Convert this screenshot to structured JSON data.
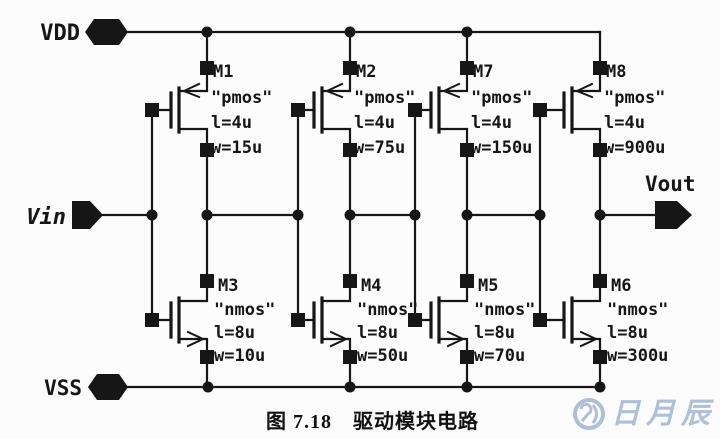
{
  "diagram": {
    "caption": "图 7.18　驱动模块电路",
    "rails": {
      "vdd_label": "VDD",
      "vss_label": "VSS"
    },
    "ports": {
      "input_label": "Vin",
      "output_label": "Vout"
    },
    "transistors": [
      {
        "name": "M1",
        "model": "\"pmos\"",
        "l": "l=4u",
        "w": "w=15u"
      },
      {
        "name": "M2",
        "model": "\"pmos\"",
        "l": "l=4u",
        "w": "w=75u"
      },
      {
        "name": "M7",
        "model": "\"pmos\"",
        "l": "l=4u",
        "w": "w=150u"
      },
      {
        "name": "M8",
        "model": "\"pmos\"",
        "l": "l=4u",
        "w": "w=900u"
      },
      {
        "name": "M3",
        "model": "\"nmos\"",
        "l": "l=8u",
        "w": "w=10u"
      },
      {
        "name": "M4",
        "model": "\"nmos\"",
        "l": "l=8u",
        "w": "w=50u"
      },
      {
        "name": "M5",
        "model": "\"nmos\"",
        "l": "l=8u",
        "w": "w=70u"
      },
      {
        "name": "M6",
        "model": "\"nmos\"",
        "l": "l=8u",
        "w": "w=300u"
      }
    ],
    "watermark": {
      "text": "日月辰"
    },
    "colors": {
      "ink": "#161616",
      "watermark": "#aebfd8"
    }
  }
}
